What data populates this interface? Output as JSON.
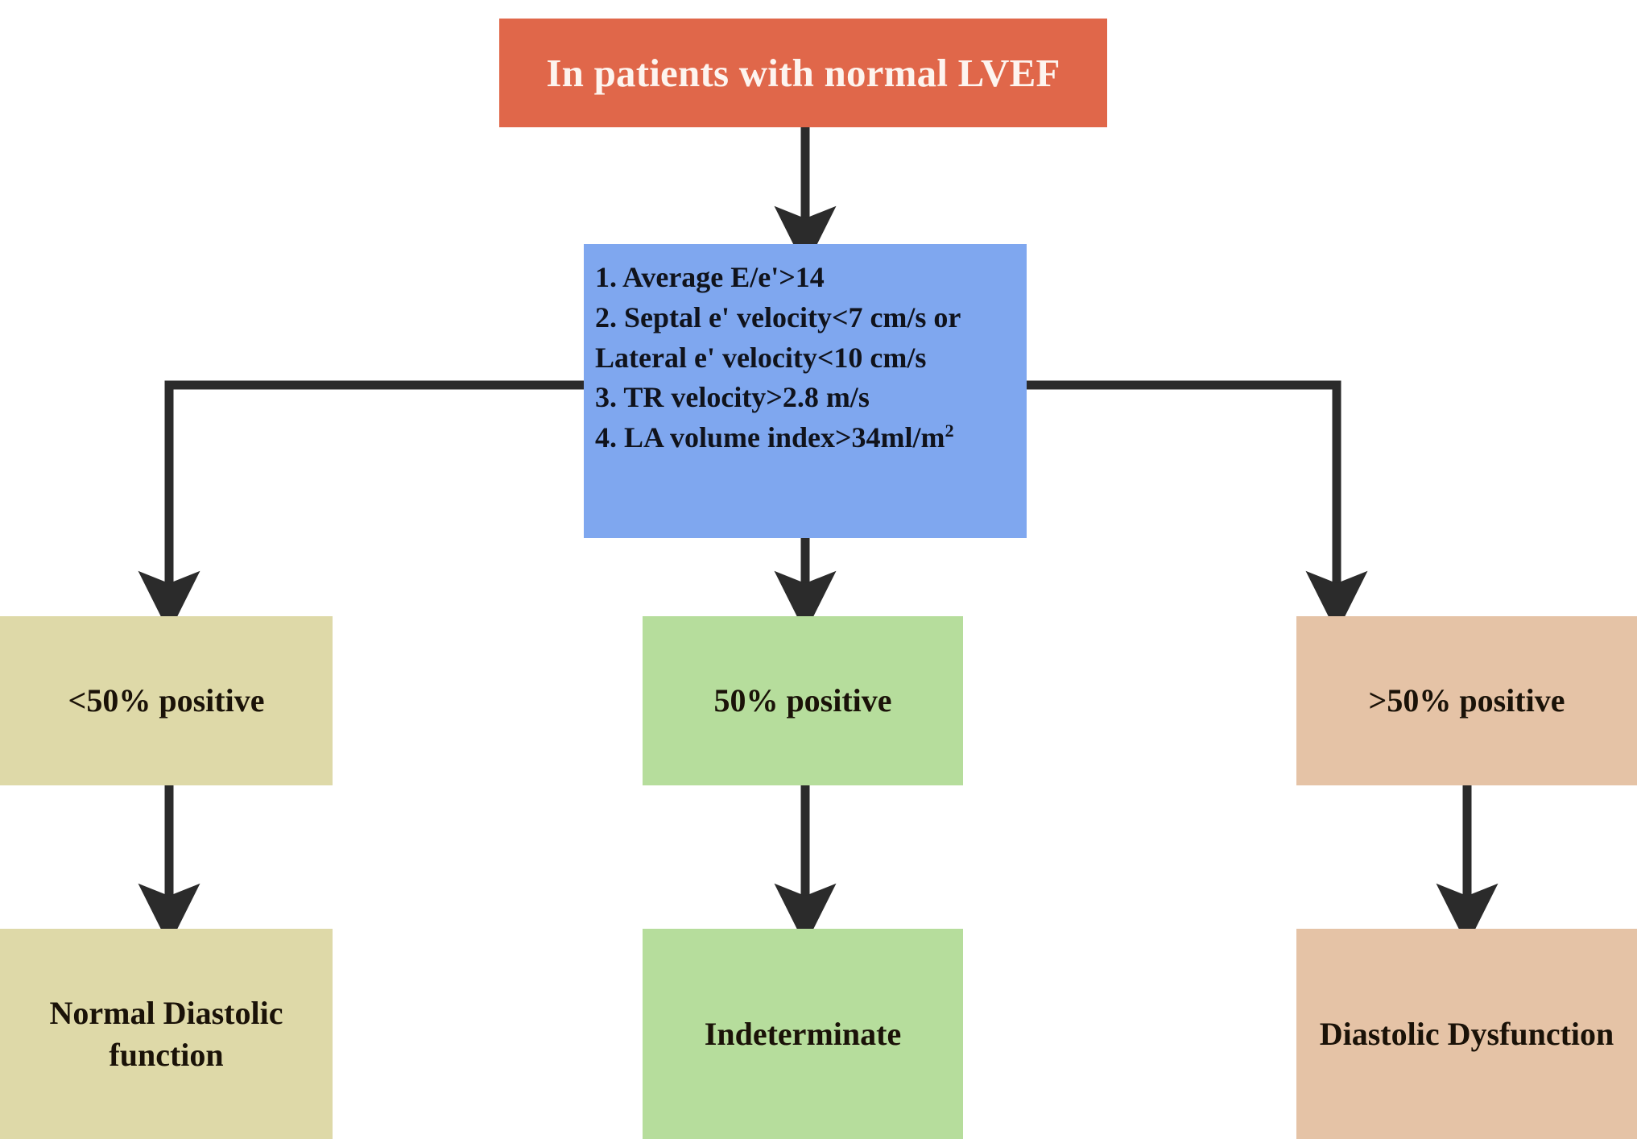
{
  "diagram": {
    "title": "In patients with normal LVEF",
    "type": "decision-flowchart",
    "root": {
      "label": "In patients with normal LVEF",
      "color": "#e0674a"
    },
    "criteria": {
      "color": "#7fa7ef",
      "lines": [
        "1. Average E/e'>14",
        "2. Septal e' velocity<7 cm/s or",
        "Lateral e' velocity<10 cm/s",
        "3. TR velocity>2.8 m/s",
        "4. LA volume index>34ml/m"
      ],
      "line5_base": "4. LA volume index>34ml/m",
      "line5_sup": "2"
    },
    "branches": [
      {
        "label": "<50% positive",
        "color": "#ded9a8"
      },
      {
        "label": "50% positive",
        "color": "#b6dd9c"
      },
      {
        "label": ">50% positive",
        "color": "#e5c3a6"
      }
    ],
    "outcomes": [
      {
        "label": "Normal Diastolic function",
        "color": "#ded9a8"
      },
      {
        "label": "Indeterminate",
        "color": "#b6dd9c"
      },
      {
        "label": "Diastolic Dysfunction",
        "color": "#e5c3a6"
      }
    ],
    "edge_color": "#2b2b2b"
  }
}
